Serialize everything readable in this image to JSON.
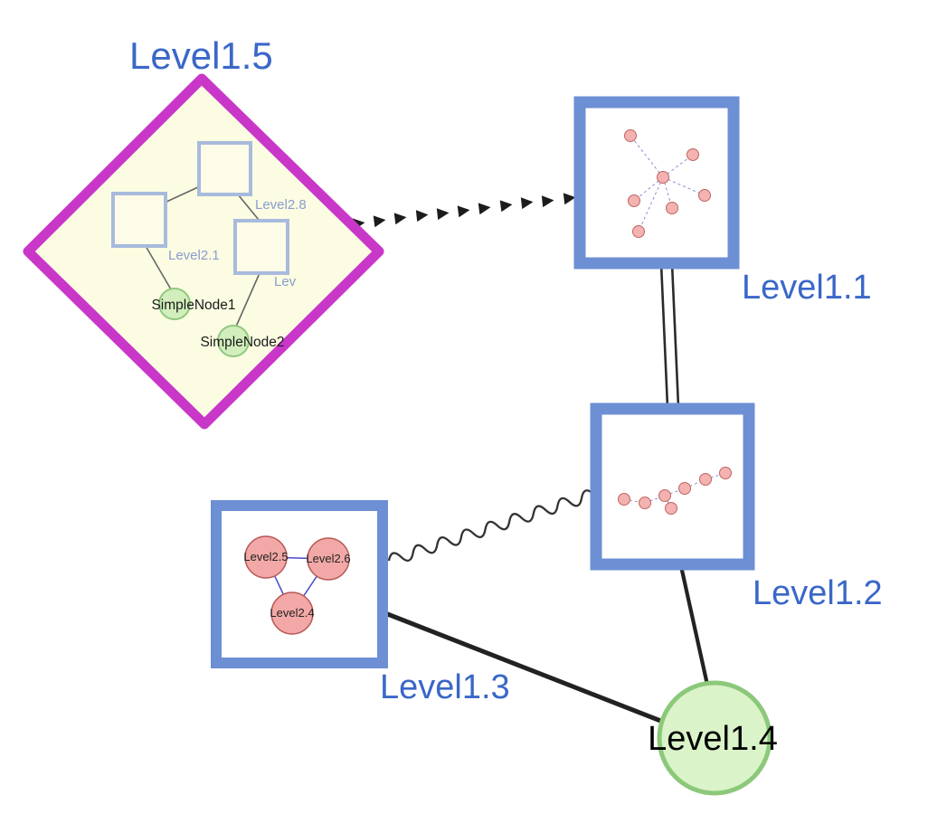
{
  "nodes": {
    "level1_5": {
      "label": "Level1.5"
    },
    "level1_1": {
      "label": "Level1.1"
    },
    "level1_2": {
      "label": "Level1.2"
    },
    "level1_3": {
      "label": "Level1.3"
    },
    "level1_4": {
      "label": "Level1.4"
    }
  },
  "diamond_contents": {
    "level2_8": {
      "label": "Level2.8"
    },
    "level2_1": {
      "label": "Level2.1"
    },
    "lev": {
      "label": "Lev"
    },
    "simple_node_1": {
      "label": "SimpleNode1"
    },
    "simple_node_2": {
      "label": "SimpleNode2"
    }
  },
  "box_level1_3_contents": {
    "level2_5": {
      "label": "Level2.5"
    },
    "level2_6": {
      "label": "Level2.6"
    },
    "level2_4": {
      "label": "Level2.4"
    }
  },
  "colors": {
    "label_blue": "#3a67c8",
    "diamond_border": "#c937c9",
    "diamond_fill": "#fbfce2",
    "box_border": "#6d8fd4",
    "inner_square_border": "#a8badd",
    "inner_label_blue": "#8b9ccf",
    "green_node_fill": "#d2eebd",
    "green_node_border": "#90c87e",
    "big_green_fill": "#daf3c8",
    "big_green_border": "#8cc87a",
    "pink_node_fill": "#f4b2b0",
    "pink_node_border": "#c06462",
    "edge_black": "#222222",
    "graph_edge_blue": "#8890d0"
  }
}
